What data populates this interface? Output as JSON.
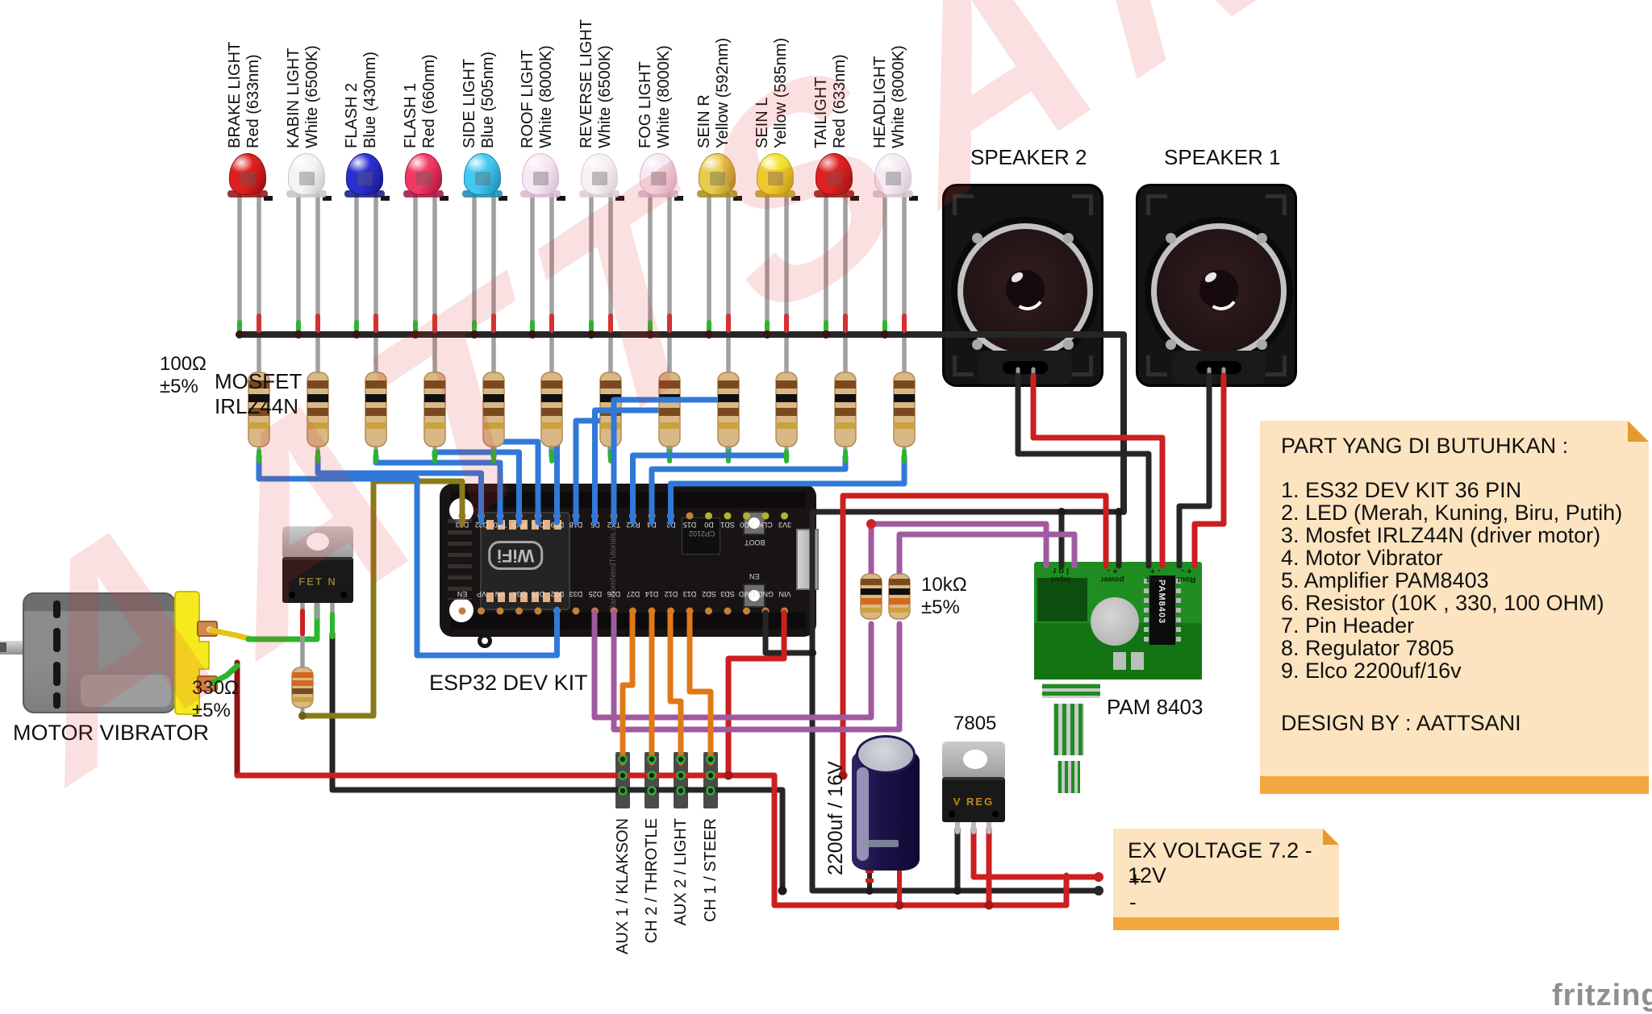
{
  "watermark": "AATTSANI",
  "brand": "fritzing",
  "leds": [
    {
      "name": "BRAKE LIGHT",
      "spec": "Red (633nm)",
      "color": "#dd1f1f",
      "edge": "#8e0f0f"
    },
    {
      "name": "KABIN LIGHT",
      "spec": "White (6500K)",
      "color": "#f4f4f4",
      "edge": "#c6c6c6"
    },
    {
      "name": "FLASH 2",
      "spec": "Blue (430nm)",
      "color": "#2b2fd0",
      "edge": "#14167e"
    },
    {
      "name": "FLASH 1",
      "spec": "Red (660nm)",
      "color": "#ef3a63",
      "edge": "#a3113a"
    },
    {
      "name": "SIDE LIGHT",
      "spec": "Blue (505nm)",
      "color": "#45c8ef",
      "edge": "#1787ad"
    },
    {
      "name": "ROOF LIGHT",
      "spec": "White (8000K)",
      "color": "#f6e7f2",
      "edge": "#d6b9cf"
    },
    {
      "name": "REVERSE LIGHT",
      "spec": "White (6500K)",
      "color": "#f7f0f4",
      "edge": "#d8cdd4"
    },
    {
      "name": "FOG LIGHT",
      "spec": "White (8000K)",
      "color": "#f6e7f3",
      "edge": "#d6b9cf"
    },
    {
      "name": "SEIN R",
      "spec": "Yellow (592nm)",
      "color": "#e7cb4e",
      "edge": "#a8891c"
    },
    {
      "name": "SEIN L",
      "spec": "Yellow (585nm)",
      "color": "#f2e32e",
      "edge": "#b7a714"
    },
    {
      "name": "TAILIGHT",
      "spec": "Red (633nm)",
      "color": "#dd1f1f",
      "edge": "#8e0f0f"
    },
    {
      "name": "HEADLIGHT",
      "spec": "White (8000K)",
      "color": "#f5ebf2",
      "edge": "#d5c4cf"
    }
  ],
  "labels": {
    "r100": "100Ω",
    "r100_tol": "±5%",
    "r330": "330Ω",
    "r330_tol": "±5%",
    "r10k": "10kΩ",
    "r10k_tol": "±5%",
    "mosfet_1": "MOSFET",
    "mosfet_2": "IRLZ44N",
    "mosfet_body": "FET N",
    "motor": "MOTOR VIBRATOR",
    "esp32": "ESP32 DEV KIT",
    "speaker2": "SPEAKER 2",
    "speaker1": "SPEAKER 1",
    "pam": "PAM 8403",
    "reg": "7805",
    "reg_body": "V REG",
    "cap": "2200uf / 16V"
  },
  "esp32": {
    "pins_top": [
      "D23",
      "D22",
      "TX0",
      "RX0",
      "D21",
      "D19",
      "D18",
      "D5",
      "TX2",
      "RX2",
      "D4",
      "D2",
      "D15",
      "D0",
      "SD1",
      "SD0",
      "CLK",
      "3V3"
    ],
    "pins_bottom": [
      "EN",
      "VP",
      "VN",
      "D34",
      "D35",
      "D32",
      "D33",
      "D25",
      "D26",
      "D27",
      "D14",
      "D12",
      "D13",
      "SD2",
      "SD3",
      "CMD",
      "GND",
      "VIN"
    ],
    "boot": "BOOT",
    "en": "EN",
    "chip": "CP2102",
    "module": "WiFi",
    "board_text": "RandomNerdTutorials.com"
  },
  "pam": {
    "chip": "PAM8403",
    "groups": [
      {
        "name": "input",
        "pins": "l  g  r"
      },
      {
        "name": "power",
        "pins": "+    -"
      },
      {
        "name": "Lout",
        "pins": "-   +"
      },
      {
        "name": "Rout",
        "pins": "+   -"
      }
    ]
  },
  "headers": [
    "AUX 1 / KLAKSON",
    "CH 2 / THROTLE",
    "AUX 2 / LIGHT",
    "CH 1 / STEER"
  ],
  "notes": {
    "title": "PART YANG DI BUTUHKAN :",
    "items": [
      "1. ES32 DEV KIT 36 PIN",
      "2. LED (Merah, Kuning, Biru, Putih)",
      "3. Mosfet IRLZ44N (driver motor)",
      "4. Motor Vibrator",
      "5. Amplifier PAM8403",
      "6. Resistor (10K , 330, 100 OHM)",
      "7. Pin Header",
      "8. Regulator 7805",
      "9. Elco 2200uf/16v"
    ],
    "design": "DESIGN BY : AATTSANI"
  },
  "ex_voltage": {
    "title": "EX VOLTAGE 7.2 - 12V",
    "plus": "+",
    "minus": "-"
  },
  "colors": {
    "wire_red": "#cc1f1f",
    "wire_dark_red": "#8e1414",
    "wire_black": "#262626",
    "wire_blue": "#3079d8",
    "wire_purple": "#a05aa0",
    "wire_orange": "#e07818",
    "wire_green": "#2db52d",
    "wire_yellow": "#e6c319",
    "wire_olive": "#8a7a1a",
    "note_bg": "#fce4c0",
    "note_edge": "#f3a73f",
    "pcb_green": "#1f8d21"
  }
}
